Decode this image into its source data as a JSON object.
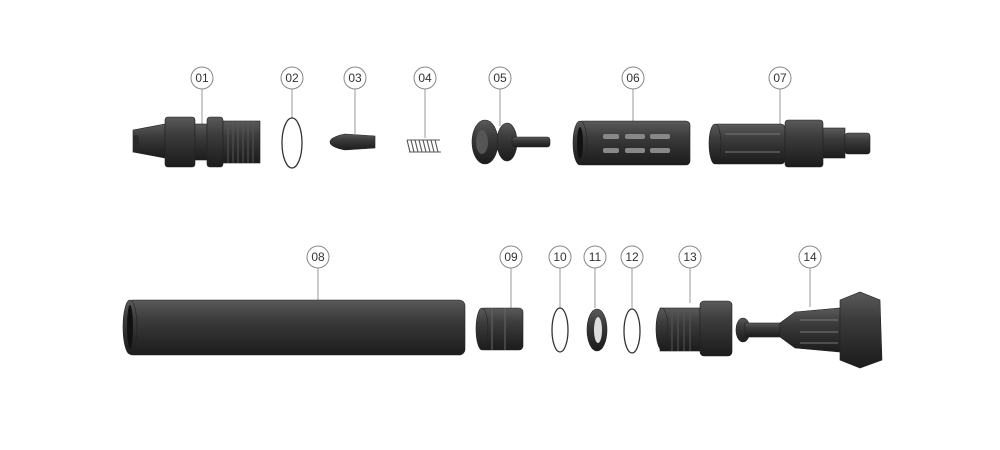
{
  "diagram": {
    "parts": [
      {
        "id": "01"
      },
      {
        "id": "02"
      },
      {
        "id": "03"
      },
      {
        "id": "04"
      },
      {
        "id": "05"
      },
      {
        "id": "06"
      },
      {
        "id": "07"
      },
      {
        "id": "08"
      },
      {
        "id": "09"
      },
      {
        "id": "10"
      },
      {
        "id": "11"
      },
      {
        "id": "12"
      },
      {
        "id": "13"
      },
      {
        "id": "14"
      }
    ],
    "colors": {
      "part": "#3a3a3a",
      "callout_stroke": "#888888",
      "background": "#ffffff"
    }
  }
}
